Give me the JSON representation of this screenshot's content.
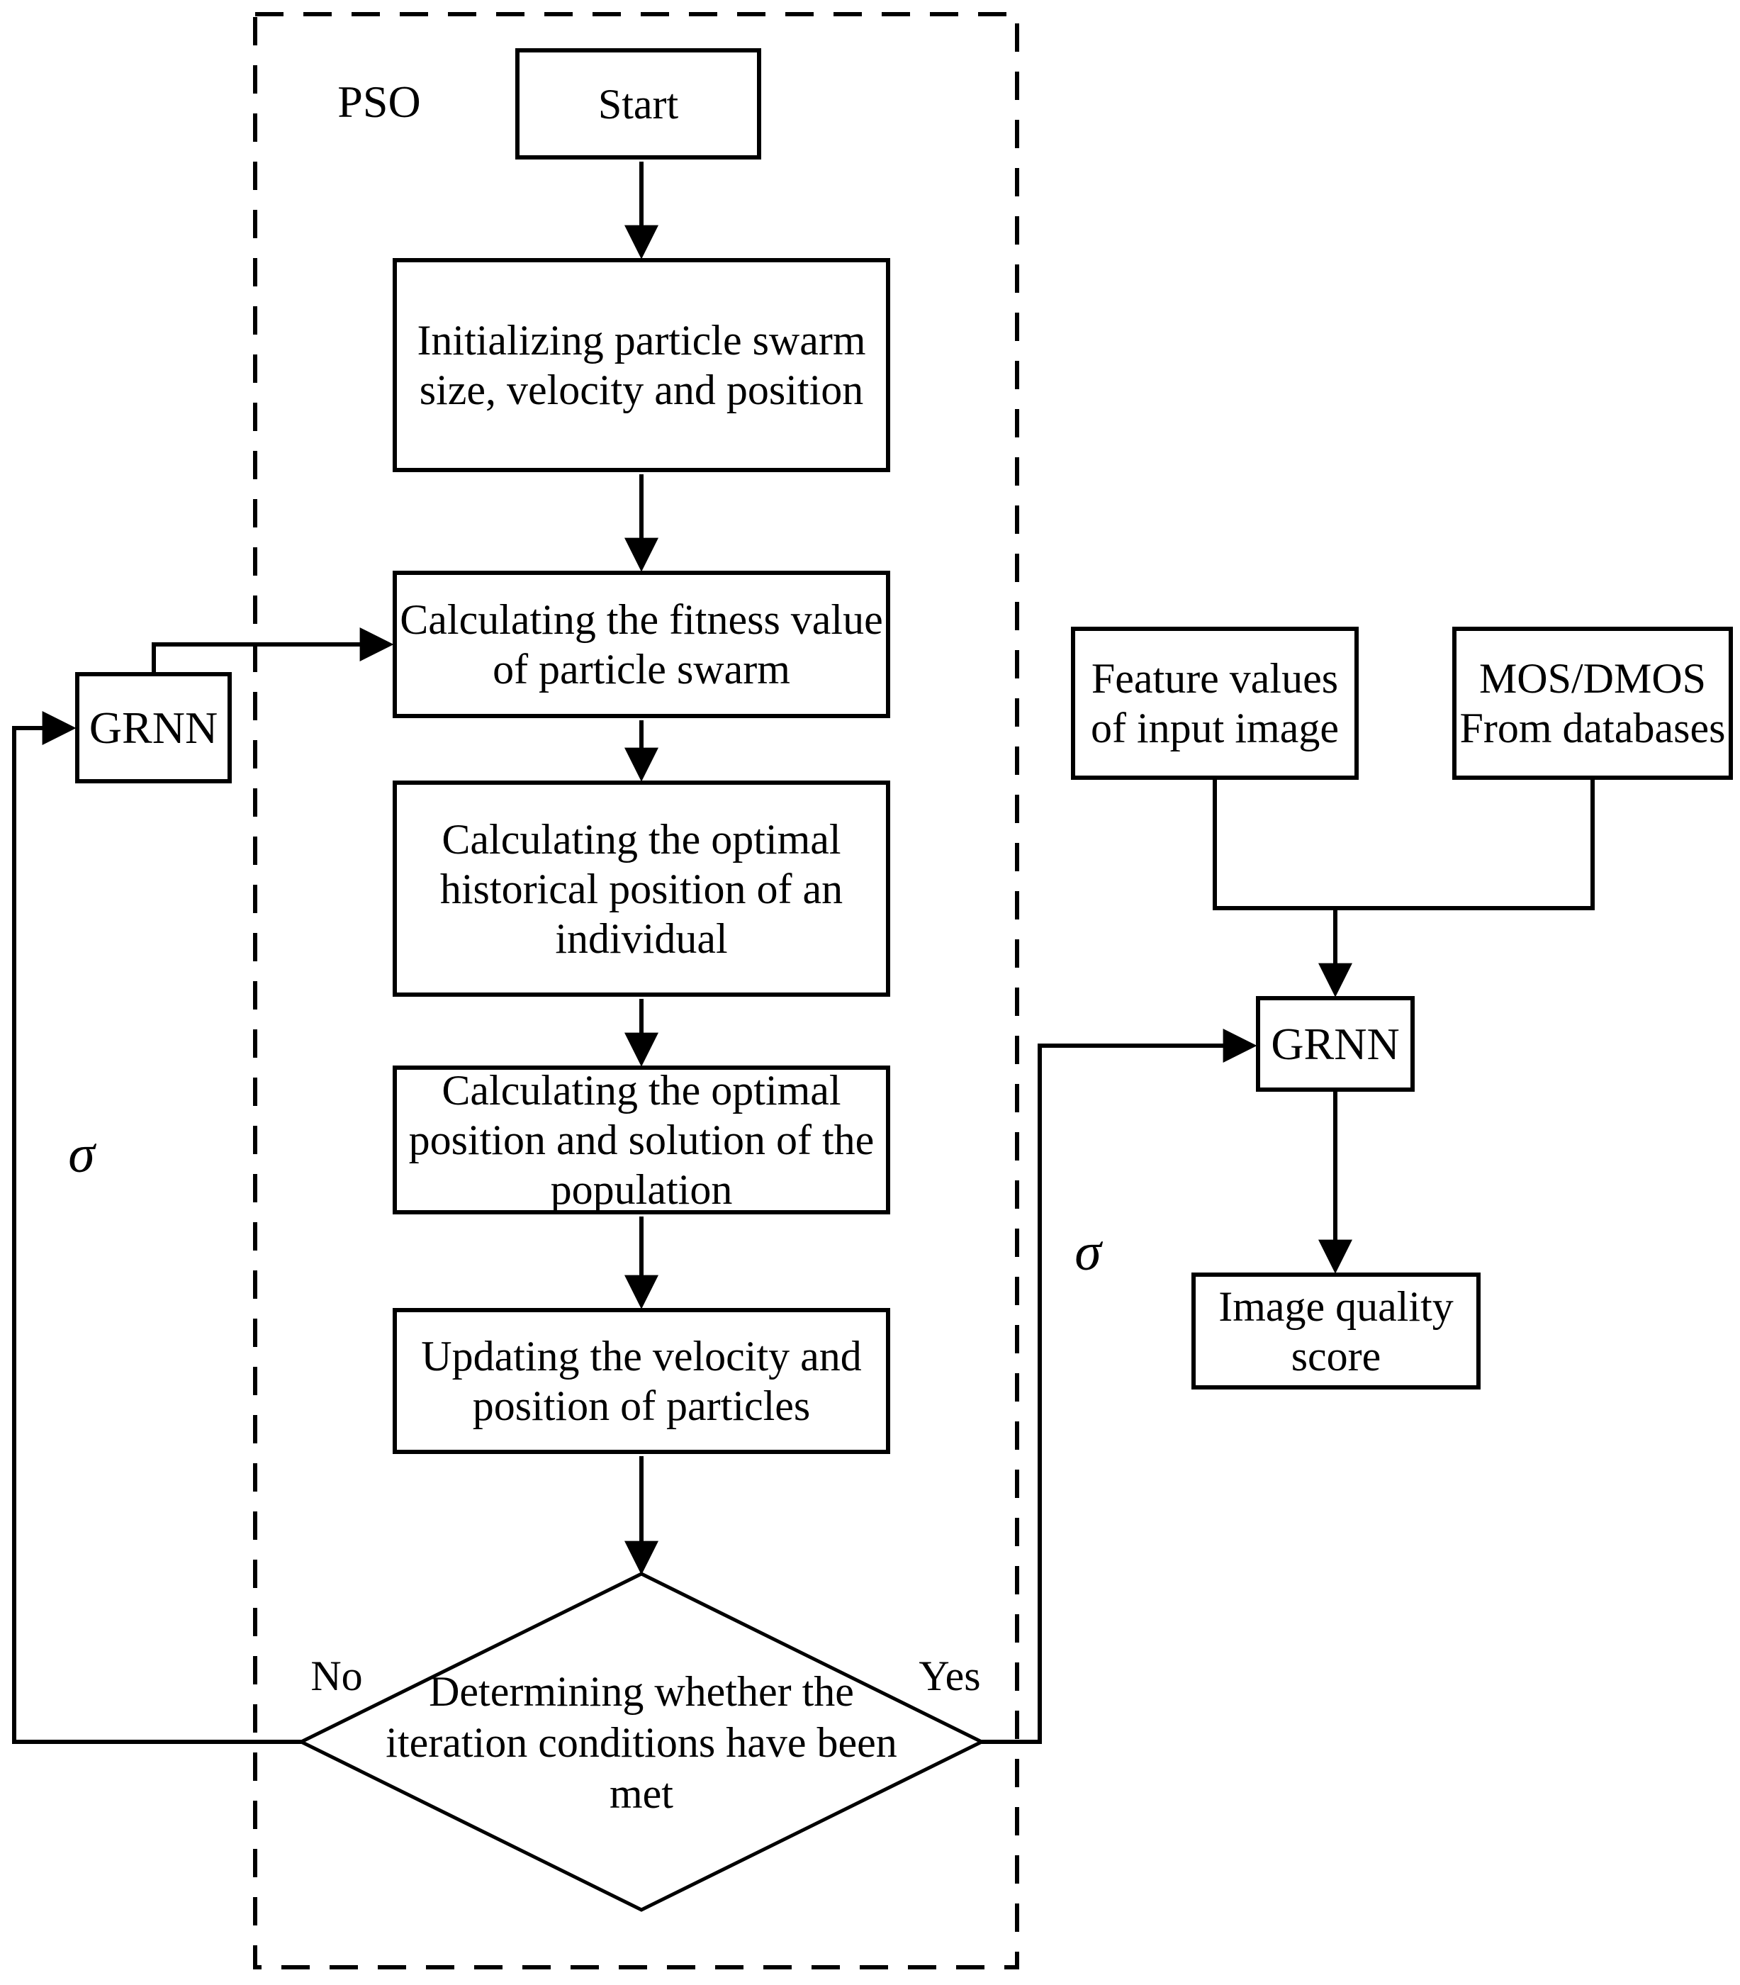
{
  "diagram": {
    "region_label": "PSO",
    "boxes": {
      "start": "Start",
      "initialize": "Initializing particle swarm\nsize, velocity and position",
      "fitness": "Calculating the fitness value\nof particle swarm",
      "historical": "Calculating the optimal\nhistorical position of an\nindividual",
      "population": "Calculating the optimal\nposition and solution of the\npopulation",
      "updating": "Updating the velocity and\nposition of particles",
      "decision": "Determining whether the\niteration conditions have been\nmet",
      "grnn_pso": "GRNN",
      "grnn_eval": "GRNN",
      "feature_values": "Feature values\nof input image",
      "mos_dmos": "MOS/DMOS\nFrom databases",
      "image_quality_score": "Image quality\nscore"
    },
    "labels": {
      "no": "No",
      "yes": "Yes",
      "sigma_left": "σ",
      "sigma_right": "σ"
    },
    "colors": {
      "line": "#000000",
      "background": "#ffffff"
    }
  }
}
